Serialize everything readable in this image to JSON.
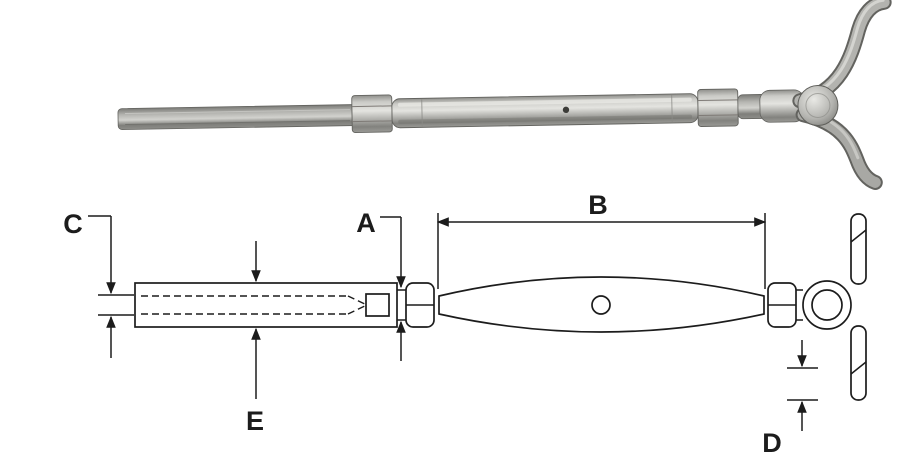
{
  "page": {
    "background": "#ffffff"
  },
  "figure": {
    "dimension_labels": {
      "a": "A",
      "b": "B",
      "c": "C",
      "d": "D",
      "e": "E"
    },
    "colors": {
      "line": "#1c1c1c",
      "metal_light": "#dcdcd8",
      "metal_mid": "#b0b0ac",
      "metal_dark": "#7c7c78",
      "background": "#ffffff"
    }
  }
}
